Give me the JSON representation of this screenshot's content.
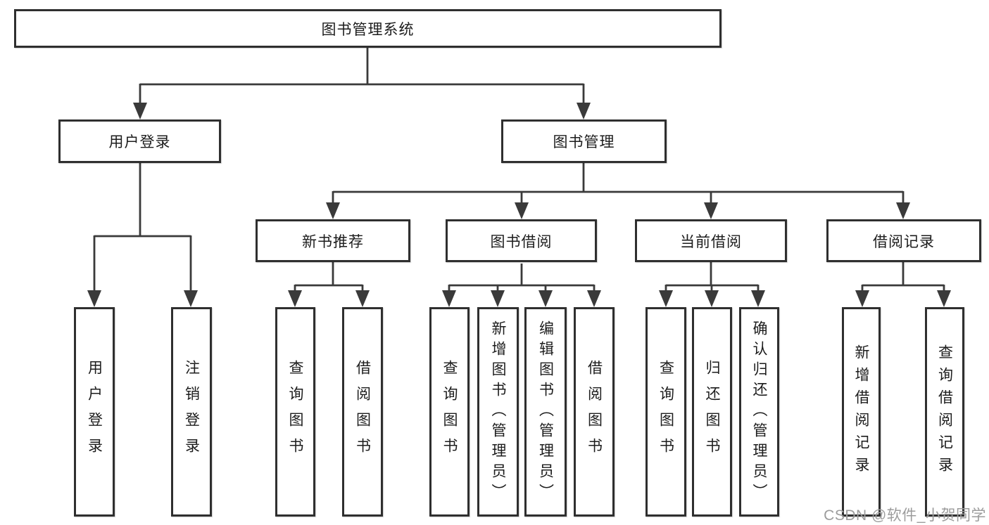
{
  "diagram": {
    "root": "图书管理系统",
    "branches": [
      {
        "label": "用户登录",
        "children": [
          "用户登录",
          "注销登录"
        ]
      },
      {
        "label": "图书管理",
        "groups": [
          {
            "label": "新书推荐",
            "children": [
              "查询图书",
              "借阅图书"
            ]
          },
          {
            "label": "图书借阅",
            "children": [
              "查询图书",
              "新增图书（管理员）",
              "编辑图书（管理员）",
              "借阅图书"
            ]
          },
          {
            "label": "当前借阅",
            "children": [
              "查询图书",
              "归还图书",
              "确认归还（管理员）"
            ]
          },
          {
            "label": "借阅记录",
            "children": [
              "新增借阅记录",
              "查询借阅记录"
            ]
          }
        ]
      }
    ]
  },
  "watermark": "CSDN @软件_小贺同学",
  "colors": {
    "line": "#3a3a3a",
    "border": "#2f2f2f",
    "text": "#1c1c1c",
    "watermark": "#9c9c9c"
  }
}
